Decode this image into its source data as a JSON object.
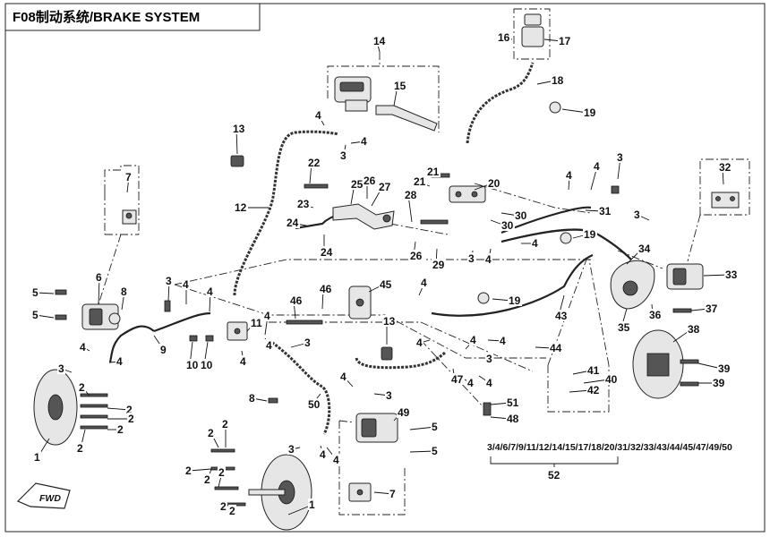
{
  "title": "F08制动系统/BRAKE SYSTEM",
  "kit_label": "3/4/6/7/9/11/12/14/15/17/18/20/31/32/33/43/44/45/47/49/50",
  "kit_number": "52",
  "fwd_label": "FWD",
  "labels": {
    "l1a": "1",
    "l1b": "1",
    "l2a": "2",
    "l2b": "2",
    "l2c": "2",
    "l2d": "2",
    "l2e": "2",
    "l2f": "2",
    "l2g": "2",
    "l2h": "2",
    "l2i": "2",
    "l2j": "2",
    "l2k": "2",
    "l2l": "2",
    "l3a": "3",
    "l3b": "3",
    "l3c": "3",
    "l3d": "3",
    "l3e": "3",
    "l3f": "3",
    "l3g": "3",
    "l3h": "3",
    "l3i": "3",
    "l3j": "3",
    "l4a": "4",
    "l4b": "4",
    "l4c": "4",
    "l4d": "4",
    "l4e": "4",
    "l4f": "4",
    "l4g": "4",
    "l4h": "4",
    "l4i": "4",
    "l4j": "4",
    "l4k": "4",
    "l4l": "4",
    "l4m": "4",
    "l4n": "4",
    "l4o": "4",
    "l4p": "4",
    "l4q": "4",
    "l4r": "4",
    "l4s": "4",
    "l4t": "4",
    "l4u": "4",
    "l4v": "4",
    "l5a": "5",
    "l5b": "5",
    "l5c": "5",
    "l5d": "5",
    "l6": "6",
    "l7a": "7",
    "l7b": "7",
    "l8a": "8",
    "l8b": "8",
    "l9": "9",
    "l10a": "10",
    "l10b": "10",
    "l11": "11",
    "l12": "12",
    "l13a": "13",
    "l13b": "13",
    "l14": "14",
    "l15": "15",
    "l16": "16",
    "l17": "17",
    "l18": "18",
    "l19a": "19",
    "l19b": "19",
    "l19c": "19",
    "l20": "20",
    "l21a": "21",
    "l21b": "21",
    "l22": "22",
    "l23": "23",
    "l24a": "24",
    "l24b": "24",
    "l25": "25",
    "l26a": "26",
    "l26b": "26",
    "l27": "27",
    "l28": "28",
    "l29": "29",
    "l30a": "30",
    "l30b": "30",
    "l31": "31",
    "l32": "32",
    "l33": "33",
    "l34": "34",
    "l35": "35",
    "l36": "36",
    "l37": "37",
    "l38": "38",
    "l39a": "39",
    "l39b": "39",
    "l40": "40",
    "l41": "41",
    "l42": "42",
    "l43": "43",
    "l44": "44",
    "l45": "45",
    "l46a": "46",
    "l46b": "46",
    "l47": "47",
    "l48": "48",
    "l49": "49",
    "l50": "50",
    "l51": "51"
  }
}
